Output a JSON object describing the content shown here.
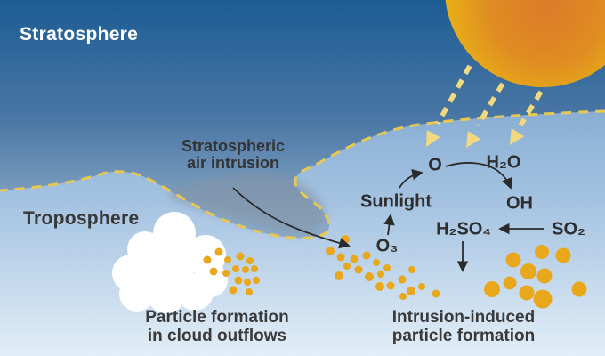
{
  "regions": {
    "stratosphere": "Stratosphere",
    "troposphere": "Troposphere"
  },
  "intrusion_label": {
    "line1": "Stratospheric",
    "line2": "air intrusion"
  },
  "chemistry": {
    "o3": "O₃",
    "sunlight": "Sunlight",
    "o": "O",
    "h2o": "H₂O",
    "oh": "OH",
    "h2so4": "H₂SO₄",
    "so2": "SO₂"
  },
  "captions": {
    "cloud": {
      "line1": "Particle formation",
      "line2": "in cloud outflows"
    },
    "intrusion": {
      "line1": "Intrusion-induced",
      "line2": "particle formation"
    }
  },
  "colors": {
    "stratosphere_top": "#1d5c93",
    "stratosphere_bottom": "#8aa8c6",
    "troposphere_top": "#84abd2",
    "troposphere_bottom": "#e2eef7",
    "boundary_dash": "#e9c851",
    "intrusion_tongue": "#8495a7",
    "sun_core": "#dc7b29",
    "sun_edge": "#e9b317",
    "sun_ray": "#f2d87f",
    "particle": "#e9a71c",
    "cloud": "#ffffff",
    "arrow": "#2b2b2b",
    "text_dark": "#333333"
  },
  "particles": {
    "cloud_outflow": [
      [
        233,
        292,
        4.5
      ],
      [
        246,
        283,
        4.5
      ],
      [
        256,
        292,
        4
      ],
      [
        240,
        305,
        4.5
      ],
      [
        254,
        307,
        4
      ],
      [
        270,
        288,
        4.5
      ],
      [
        281,
        293,
        4
      ],
      [
        265,
        302,
        4
      ],
      [
        276,
        303,
        4
      ],
      [
        286,
        302,
        4
      ],
      [
        268,
        315,
        4.5
      ],
      [
        278,
        317,
        4
      ],
      [
        288,
        315,
        4
      ],
      [
        262,
        326,
        4.5
      ],
      [
        280,
        328,
        4
      ]
    ],
    "intrusion_small": [
      [
        388,
        269,
        5
      ],
      [
        371,
        282,
        5
      ],
      [
        383,
        289,
        4.5
      ],
      [
        398,
        291,
        4.5
      ],
      [
        412,
        287,
        4.5
      ],
      [
        390,
        299,
        4
      ],
      [
        403,
        303,
        4.5
      ],
      [
        381,
        310,
        5
      ],
      [
        415,
        311,
        5
      ],
      [
        423,
        295,
        4
      ],
      [
        435,
        301,
        4
      ],
      [
        428,
        308,
        4
      ],
      [
        427,
        322,
        5
      ],
      [
        439,
        321,
        4.5
      ],
      [
        452,
        314,
        4.5
      ],
      [
        462,
        327,
        5
      ],
      [
        453,
        333,
        4
      ],
      [
        463,
        303,
        4
      ],
      [
        474,
        322,
        4
      ],
      [
        490,
        330,
        4.5
      ]
    ],
    "intrusion_large": [
      [
        553,
        325,
        9
      ],
      [
        577,
        292,
        8.5
      ],
      [
        594,
        305,
        9
      ],
      [
        573,
        318,
        7.5
      ],
      [
        592,
        329,
        8.5
      ],
      [
        609,
        283,
        8
      ],
      [
        633,
        287,
        8.5
      ],
      [
        612,
        310,
        8.5
      ],
      [
        610,
        336,
        10.5
      ],
      [
        651,
        325,
        8.5
      ]
    ]
  }
}
